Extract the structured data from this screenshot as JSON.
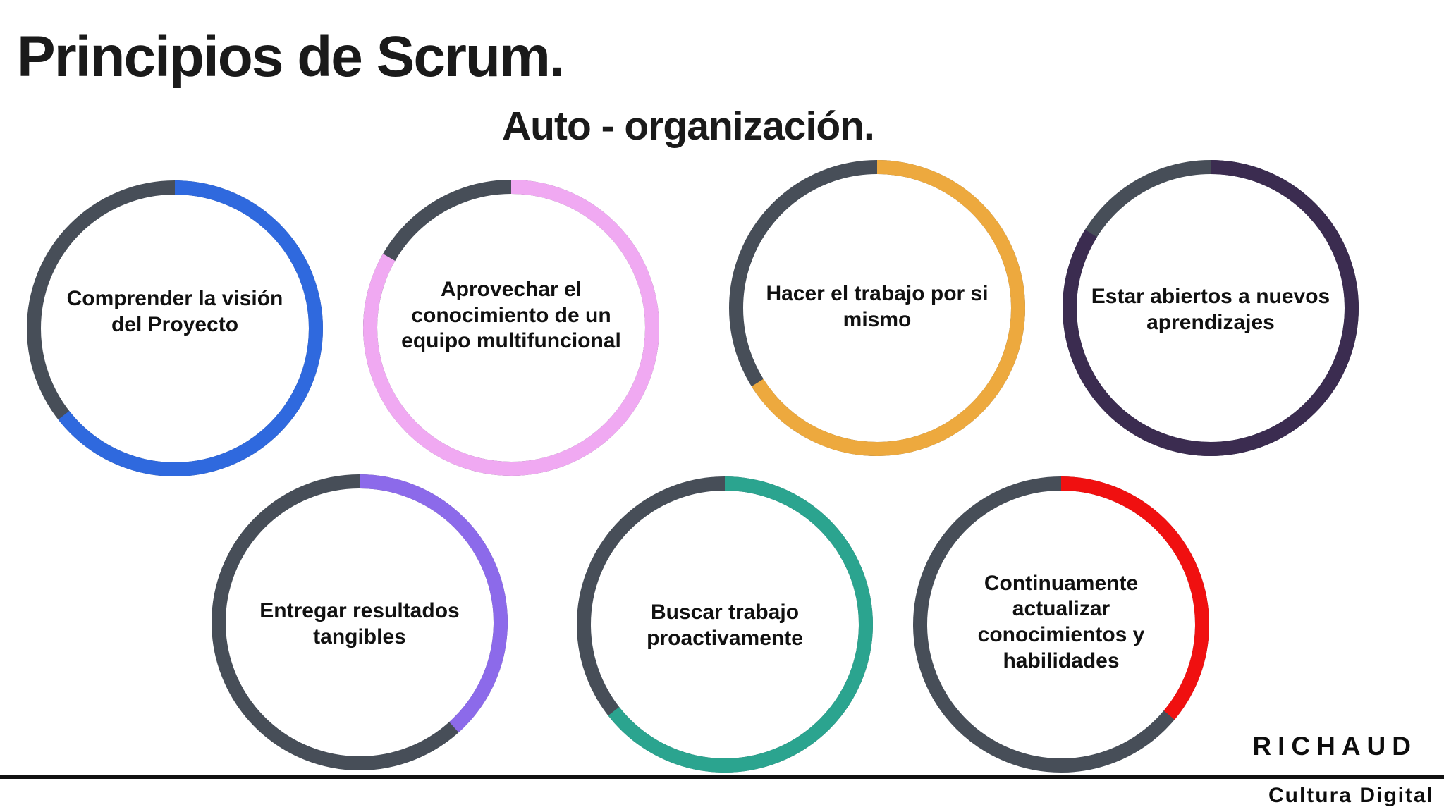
{
  "page": {
    "title": "Principios de Scrum.",
    "subtitle": "Auto - organización."
  },
  "theme": {
    "background": "#ffffff",
    "ring_base_color": "#474e58",
    "text_color": "#111111",
    "divider_color": "#111111"
  },
  "rings": [
    {
      "label": "Comprender la visión del Proyecto",
      "accent_name": "blue",
      "accent_color": "#2f69de",
      "arc_degrees": 232,
      "dash": "232 128"
    },
    {
      "label": "Aprovechar el conocimiento de un equipo multifuncional",
      "accent_name": "pink",
      "accent_color": "#f0a9f2",
      "arc_degrees": 300,
      "dash": "300 60"
    },
    {
      "label": "Hacer el trabajo por si mismo",
      "accent_name": "amber",
      "accent_color": "#eda93e",
      "arc_degrees": 238,
      "dash": "238 122"
    },
    {
      "label": "Estar abiertos a nuevos aprendizajes",
      "accent_name": "dark-indigo",
      "accent_color": "#3b2c50",
      "arc_degrees": 302,
      "dash": "302 58"
    },
    {
      "label": "Entregar resultados tangibles",
      "accent_name": "purple",
      "accent_color": "#8c6aea",
      "arc_degrees": 138,
      "dash": "138 222"
    },
    {
      "label": "Buscar trabajo proactivamente",
      "accent_name": "teal",
      "accent_color": "#2ba48f",
      "arc_degrees": 232,
      "dash": "232 128"
    },
    {
      "label": "Continuamente actualizar conocimientos y habilidades",
      "accent_name": "red",
      "accent_color": "#f01010",
      "arc_degrees": 130,
      "dash": "130 230"
    }
  ],
  "footer": {
    "brand": "RICHAUD",
    "brand_sub": "Cultura Digital"
  }
}
